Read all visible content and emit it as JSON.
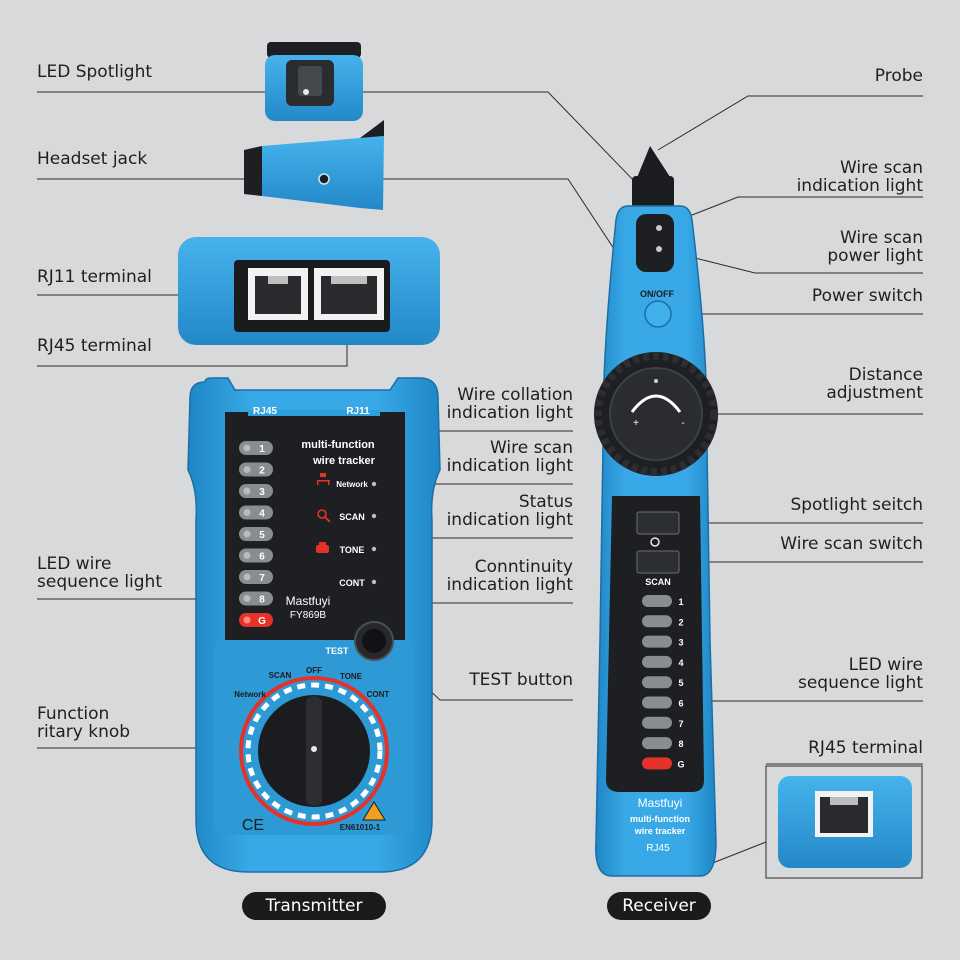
{
  "labels": {
    "led_spotlight": "LED Spotlight",
    "headset_jack": "Headset jack",
    "rj11_terminal": "RJ11 terminal",
    "rj45_terminal_left": "RJ45 terminal",
    "led_wire_sequence_left": "LED wire\nsequence light",
    "function_rotary_knob": "Function\nritary knob",
    "wire_collation": "Wire collation\nindication light",
    "wire_scan_indication_mid": "Wire scan\nindication light",
    "status_indication": "Status\nindication light",
    "continuity_indication": "Conntinuity\nindication light",
    "test_button": "TEST button",
    "probe": "Probe",
    "wire_scan_indication_right": "Wire scan\nindication light",
    "wire_scan_power": "Wire scan\npower light",
    "power_switch": "Power switch",
    "distance_adjustment": "Distance\nadjustment",
    "spotlight_switch": "Spotlight seitch",
    "wire_scan_switch": "Wire scan switch",
    "led_wire_sequence_right": "LED wire\nsequence light",
    "rj45_terminal_right": "RJ45 terminal"
  },
  "captions": {
    "transmitter": "Transmitter",
    "receiver": "Receiver"
  },
  "transmitter": {
    "port_rj45": "RJ45",
    "port_rj11": "RJ11",
    "panel_title_line1": "multi-function",
    "panel_title_line2": "wire tracker",
    "sequence_leds": [
      "1",
      "2",
      "3",
      "4",
      "5",
      "6",
      "7",
      "8",
      "G"
    ],
    "mode_network": "Network",
    "mode_scan": "SCAN",
    "mode_tone": "TONE",
    "mode_cont": "CONT",
    "brand": "Mastfuyi",
    "model": "FY869B",
    "test_label": "TEST",
    "dial_network": "Network",
    "dial_scan": "SCAN",
    "dial_off": "OFF",
    "dial_tone": "TONE",
    "dial_cont": "CONT",
    "ce_mark": "CE",
    "standard": "EN61010-1"
  },
  "receiver": {
    "onoff": "ON/OFF",
    "knob_plus": "+",
    "knob_minus": "-",
    "scan_label": "SCAN",
    "sequence_leds": [
      "1",
      "2",
      "3",
      "4",
      "5",
      "6",
      "7",
      "8",
      "G"
    ],
    "brand": "Mastfuyi",
    "title_line1": "multi-function",
    "title_line2": "wire tracker",
    "port": "RJ45"
  },
  "colors": {
    "body_blue": "#2f9fdc",
    "dark_panel": "#1d1f22",
    "led_grey": "#8a8d90",
    "led_red": "#e4322b",
    "background": "#d8d9da"
  }
}
